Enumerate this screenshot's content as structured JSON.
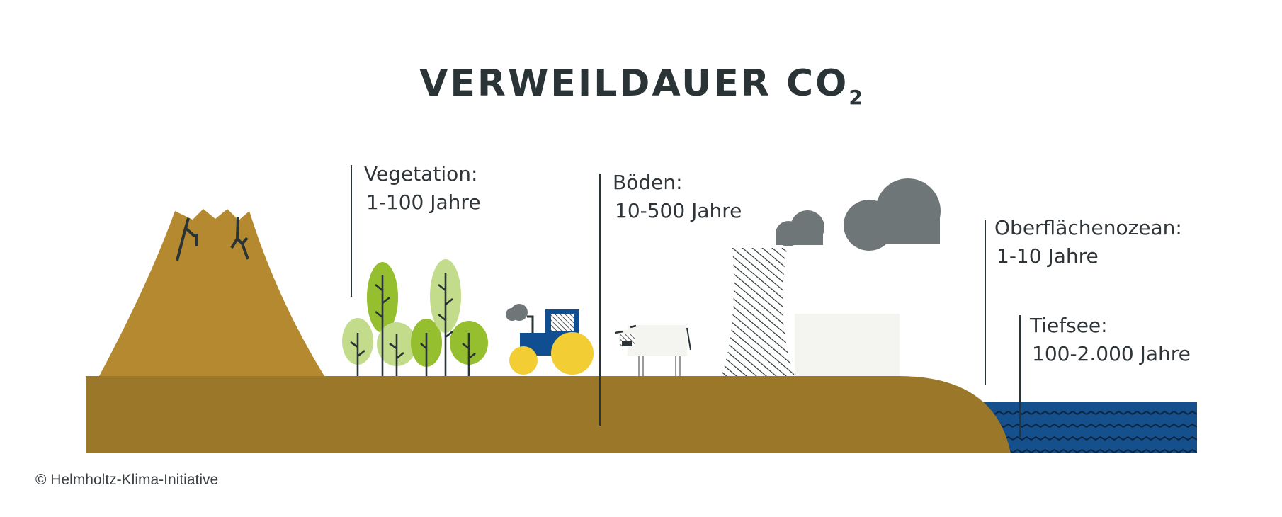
{
  "title": {
    "main": "VERWEILDAUER CO",
    "subscript": "2"
  },
  "labels": [
    {
      "name": "Vegetation:",
      "value": "1-100 Jahre"
    },
    {
      "name": "Böden:",
      "value": "10-500 Jahre"
    },
    {
      "name": "Oberflächenozean:",
      "value": "1-10 Jahre"
    },
    {
      "name": "Tiefsee:",
      "value": "100-2.000 Jahre"
    }
  ],
  "copyright": "© Helmholtz-Klima-Initiative",
  "icons": [
    "volcano-icon",
    "tree-icon",
    "tractor-icon",
    "cow-icon",
    "cooling-tower-icon",
    "factory-icon",
    "cloud-icon",
    "ocean-icon"
  ],
  "colors": {
    "ground": "#9b7829",
    "volcano": "#b5892f",
    "tree_dark": "#95bf2f",
    "tree_light": "#c3dc8b",
    "tractor_blue": "#0f4e91",
    "tractor_yellow": "#f2cd33",
    "cloud": "#6f7678",
    "ocean": "#15508c",
    "text": "#2f3538"
  }
}
